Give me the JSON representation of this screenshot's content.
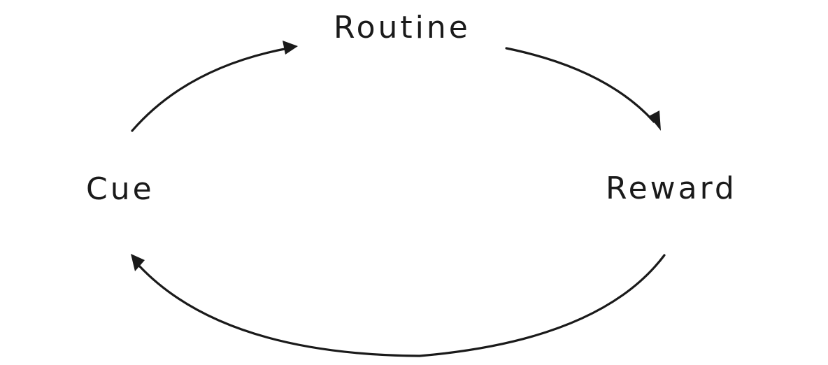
{
  "diagram": {
    "type": "cycle",
    "nodes": {
      "routine": "Routine",
      "cue": "Cue",
      "reward": "Reward"
    },
    "edges": [
      {
        "from": "Cue",
        "to": "Routine"
      },
      {
        "from": "Routine",
        "to": "Reward"
      },
      {
        "from": "Reward",
        "to": "Cue"
      }
    ],
    "colors": {
      "ink": "#1a1a1a",
      "background": "#ffffff"
    }
  }
}
